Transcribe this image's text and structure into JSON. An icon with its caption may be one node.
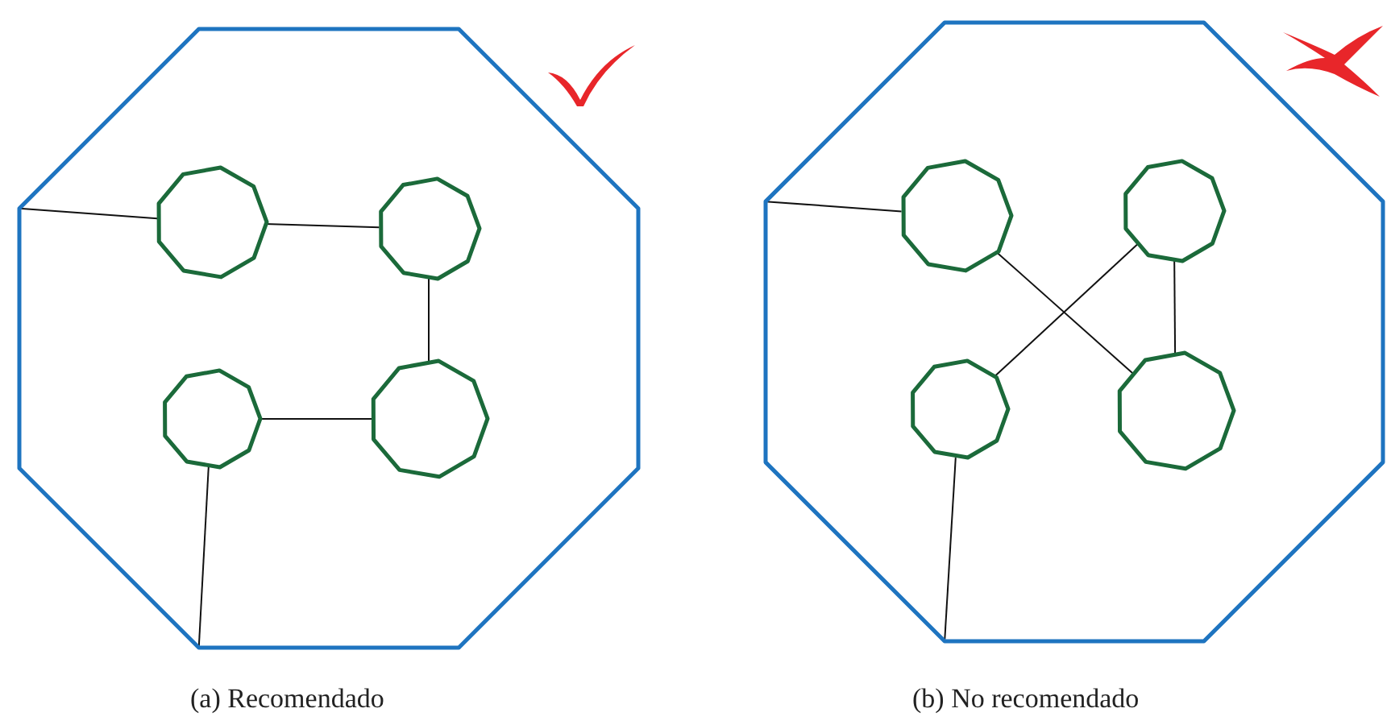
{
  "diagram": {
    "nodes": [
      {
        "text": [],
        "shape": "octagon"
      },
      {
        "text": [],
        "shape": "nonagon",
        "in": 0
      },
      {
        "text": [],
        "shape": "nonagon",
        "in": 0
      },
      {
        "text": [],
        "shape": "nonagon",
        "in": 0
      },
      {
        "text": [],
        "shape": "nonagon",
        "in": 0
      },
      {
        "text": [],
        "shape": "octagon"
      },
      {
        "text": [],
        "shape": "nonagon",
        "in": 5
      },
      {
        "text": [],
        "shape": "nonagon",
        "in": 5
      },
      {
        "text": [],
        "shape": "nonagon",
        "in": 5
      },
      {
        "text": [],
        "shape": "nonagon",
        "in": 5
      }
    ],
    "edges": [
      {
        "from": 0,
        "to": 1,
        "arrow": "none"
      },
      {
        "from": 1,
        "to": 2,
        "arrow": "none"
      },
      {
        "from": 2,
        "to": 4,
        "arrow": "none"
      },
      {
        "from": 3,
        "to": 4,
        "arrow": "none"
      },
      {
        "from": 3,
        "to": 0,
        "arrow": "none"
      },
      {
        "from": 5,
        "to": 6,
        "arrow": "none"
      },
      {
        "from": 6,
        "to": 9,
        "arrow": "none"
      },
      {
        "from": 7,
        "to": 8,
        "arrow": "none"
      },
      {
        "from": 7,
        "to": 9,
        "arrow": "none"
      },
      {
        "from": 8,
        "to": 5,
        "arrow": "none"
      }
    ],
    "labels": [
      "(a) Recomendado",
      "(b) No recomendado"
    ]
  }
}
